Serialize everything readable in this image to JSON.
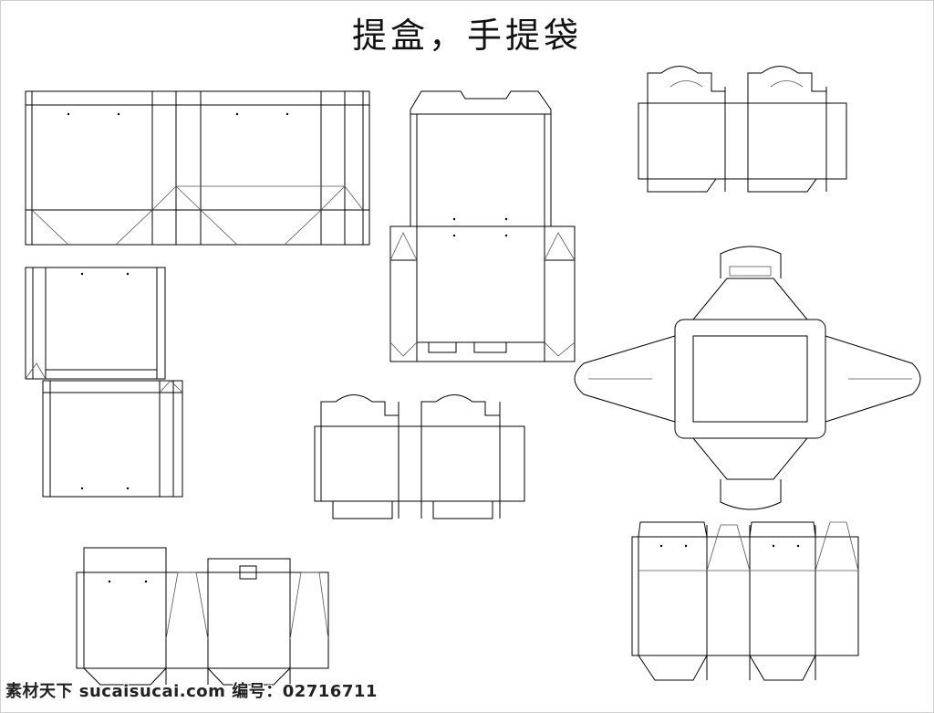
{
  "title": "提盒，手提袋",
  "watermark": "素材天下 sucaisucai.com  编号：02716711",
  "diagrams": [
    {
      "name": "handbag-dieline-long"
    },
    {
      "name": "handbag-dieline-small"
    },
    {
      "name": "carry-box-dieline-tall"
    },
    {
      "name": "carry-box-dieline-top-right"
    },
    {
      "name": "carry-box-dieline-center"
    },
    {
      "name": "cross-carrier-dieline"
    },
    {
      "name": "box-dieline-bottom-left"
    },
    {
      "name": "box-dieline-bottom-right"
    }
  ]
}
